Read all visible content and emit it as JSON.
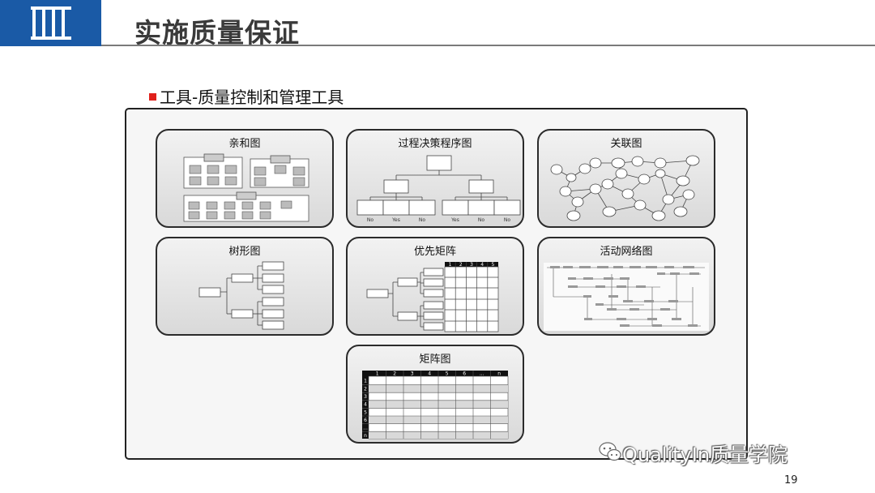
{
  "header": {
    "title": "实施质量保证"
  },
  "section": {
    "subtitle": "工具-质量控制和管理工具"
  },
  "panels": [
    {
      "title": "亲和图"
    },
    {
      "title": "过程决策程序图",
      "branch_labels": [
        "No",
        "Yes",
        "No",
        "Yes",
        "No",
        "No"
      ]
    },
    {
      "title": "关联图"
    },
    {
      "title": "树形图"
    },
    {
      "title": "优先矩阵",
      "columns": [
        "1",
        "2",
        "3",
        "4",
        "5"
      ]
    },
    {
      "title": "活动网络图"
    },
    {
      "title": "矩阵图",
      "columns": [
        "1",
        "2",
        "3",
        "4",
        "5",
        "6",
        "...",
        "n"
      ],
      "rows": [
        "1",
        "2",
        "3",
        "4",
        "5",
        "6",
        "...",
        "n"
      ]
    }
  ],
  "watermark": {
    "text": "QualityIn质量学院"
  },
  "footer": {
    "page_number": "19"
  },
  "colors": {
    "brand": "#1a5aa6",
    "bullet": "#e0201b"
  }
}
